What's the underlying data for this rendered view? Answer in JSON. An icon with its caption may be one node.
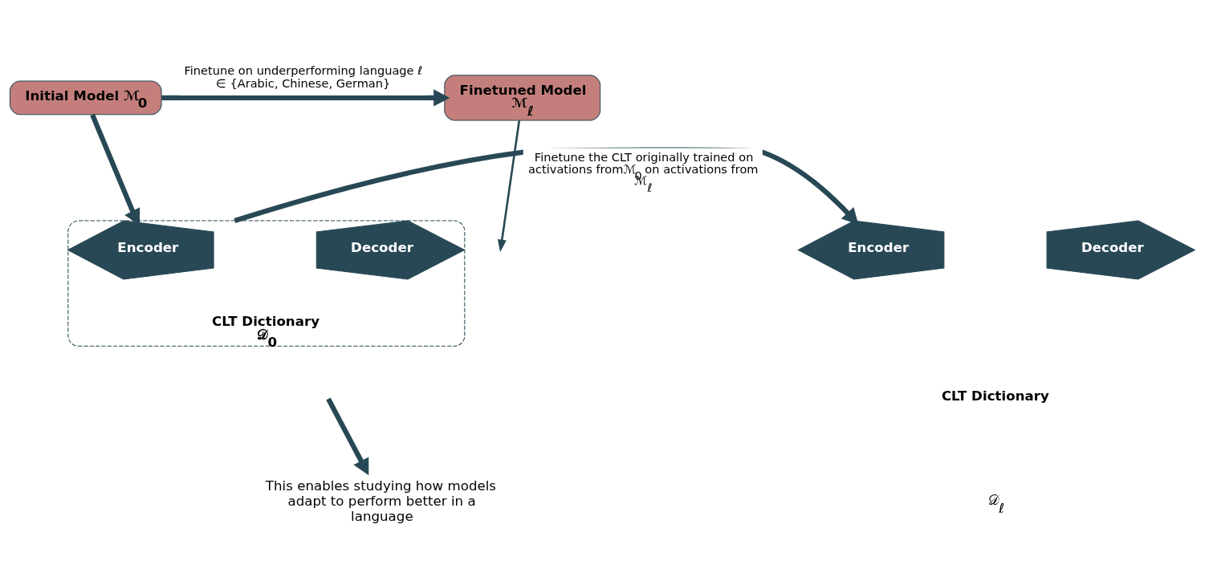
{
  "diagram": {
    "nodes": [
      {
        "text": [
          "Initial Model ℳ$_{0}$"
        ]
      },
      {
        "text": [
          "Finetuned Model",
          "ℳ$_{ℓ}$"
        ]
      },
      {
        "text": [
          "CLT Dictionary",
          "𝒟$_{0}$"
        ]
      },
      {
        "text": [
          "Encoder"
        ],
        "in": 2
      },
      {
        "text": [
          "Decoder"
        ],
        "in": 2
      },
      {
        "text": [
          "Encoder"
        ]
      },
      {
        "text": [
          "Decoder"
        ]
      },
      {
        "text": [
          "This enables studying how models adapt to perform better in a language"
        ]
      }
    ],
    "edges": [
      {
        "from": 0,
        "to": 1,
        "arrow": "to",
        "label": "Finetune on underperforming language ℓ ∈ {Arabic, Chinese, German}"
      },
      {
        "from": 0,
        "to": 2,
        "arrow": "to"
      },
      {
        "from": 1,
        "to": null,
        "arrow": "to"
      },
      {
        "from": 2,
        "to": 5,
        "arrow": "to",
        "label": "Finetune the CLT originally trained on activations fromℳ$_{0}$ on activations from ℳ$_{ℓ}$"
      },
      {
        "from": null,
        "to": 7,
        "arrow": "to"
      }
    ],
    "labels": [
      "CLT Dictionary",
      "𝒟$_{ℓ}$"
    ]
  }
}
